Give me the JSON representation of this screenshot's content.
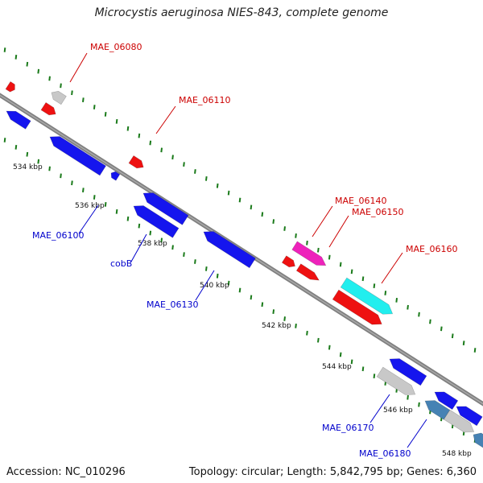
{
  "title": "Microcystis aeruginosa NIES-843, complete genome",
  "footer": {
    "accession": "Accession: NC_010296",
    "topology": "Topology: circular; Length: 5,842,795 bp; Genes: 6,360"
  },
  "colors": {
    "backbone": "#808080",
    "tick": "#1a7a1a",
    "forward_label": "#cc0000",
    "reverse_label": "#0000cc",
    "red": "#ee1111",
    "blue": "#1515ee",
    "grey": "#c8c8c8",
    "magenta": "#ee22bb",
    "cyan": "#22eeee",
    "steel": "#4682b4"
  },
  "kbp_labels": [
    "534 kbp",
    "536 kbp",
    "538 kbp",
    "540 kbp",
    "542 kbp",
    "544 kbp",
    "546 kbp",
    "548 kbp"
  ],
  "labels": {
    "mae06080": "MAE_06080",
    "mae06110": "MAE_06110",
    "mae06140": "MAE_06140",
    "mae06150": "MAE_06150",
    "mae06160": "MAE_06160",
    "mae06100": "MAE_06100",
    "cobB": "cobB",
    "mae06130": "MAE_06130",
    "mae06170": "MAE_06170",
    "mae06180": "MAE_06180"
  }
}
